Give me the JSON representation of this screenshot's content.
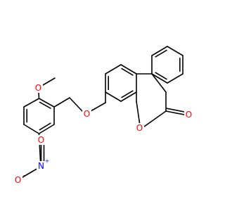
{
  "molecule": {
    "atoms": {
      "o_methoxy": "O",
      "o_ether": "O",
      "o_ring": "O",
      "o_carbonyl": "O",
      "n_nitro": "N",
      "o_nitro_top": "O",
      "o_nitro_left": "O"
    },
    "charges": {
      "n_nitro": "+",
      "o_nitro_left": "-"
    },
    "colors": {
      "bond": "#000000",
      "oxygen": "#ff0000",
      "nitrogen": "#0000ff"
    }
  }
}
